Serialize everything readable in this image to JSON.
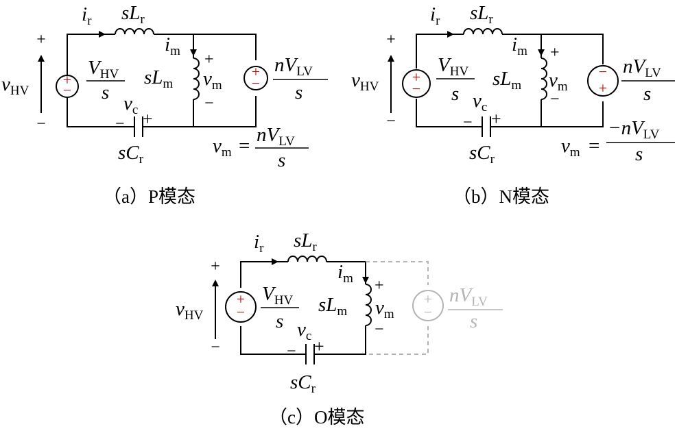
{
  "colors": {
    "wire": "#000000",
    "source_plus": "#b01010",
    "source_minus": "#b01010",
    "inactive": "#b4b4b4"
  },
  "panels": [
    {
      "id": "a",
      "caption": "（a）P模态",
      "labels": {
        "i_r": "i",
        "i_r_sub": "r",
        "sLr": "sL",
        "sLr_sub": "r",
        "v_hv": "v",
        "v_hv_sub": "HV",
        "vhv_num": "V",
        "vhv_num_sub": "HV",
        "vhv_den": "s",
        "i_m": "i",
        "i_m_sub": "m",
        "sLm": "sL",
        "sLm_sub": "m",
        "v_m": "v",
        "v_m_sub": "m",
        "v_c": "v",
        "v_c_sub": "c",
        "sCr": "sC",
        "sCr_sub": "r",
        "nvlv_num": "nV",
        "nvlv_num_sub": "LV",
        "nvlv_den": "s",
        "eq_lhs": "v",
        "eq_lhs_sub": "m",
        "eq_sign": "=",
        "eq_num": "nV",
        "eq_num_sub": "LV",
        "eq_den": "s",
        "plus": "+",
        "minus": "−"
      }
    },
    {
      "id": "b",
      "caption": "（b）N模态",
      "labels": {
        "i_r": "i",
        "i_r_sub": "r",
        "sLr": "sL",
        "sLr_sub": "r",
        "v_hv": "v",
        "v_hv_sub": "HV",
        "vhv_num": "V",
        "vhv_num_sub": "HV",
        "vhv_den": "s",
        "i_m": "i",
        "i_m_sub": "m",
        "sLm": "sL",
        "sLm_sub": "m",
        "v_m": "v",
        "v_m_sub": "m",
        "v_c": "v",
        "v_c_sub": "c",
        "sCr": "sC",
        "sCr_sub": "r",
        "nvlv_num": "nV",
        "nvlv_num_sub": "LV",
        "nvlv_den": "s",
        "eq_lhs": "v",
        "eq_lhs_sub": "m",
        "eq_sign": "=",
        "eq_num": "−nV",
        "eq_num_sub": "LV",
        "eq_den": "s",
        "plus": "+",
        "minus": "−"
      }
    },
    {
      "id": "c",
      "caption": "（c）O模态",
      "labels": {
        "i_r": "i",
        "i_r_sub": "r",
        "sLr": "sL",
        "sLr_sub": "r",
        "v_hv": "v",
        "v_hv_sub": "HV",
        "vhv_num": "V",
        "vhv_num_sub": "HV",
        "vhv_den": "s",
        "i_m": "i",
        "i_m_sub": "m",
        "sLm": "sL",
        "sLm_sub": "m",
        "v_m": "v",
        "v_m_sub": "m",
        "v_c": "v",
        "v_c_sub": "c",
        "sCr": "sC",
        "sCr_sub": "r",
        "nvlv_num": "nV",
        "nvlv_num_sub": "LV",
        "nvlv_den": "s",
        "plus": "+",
        "minus": "−"
      }
    }
  ]
}
